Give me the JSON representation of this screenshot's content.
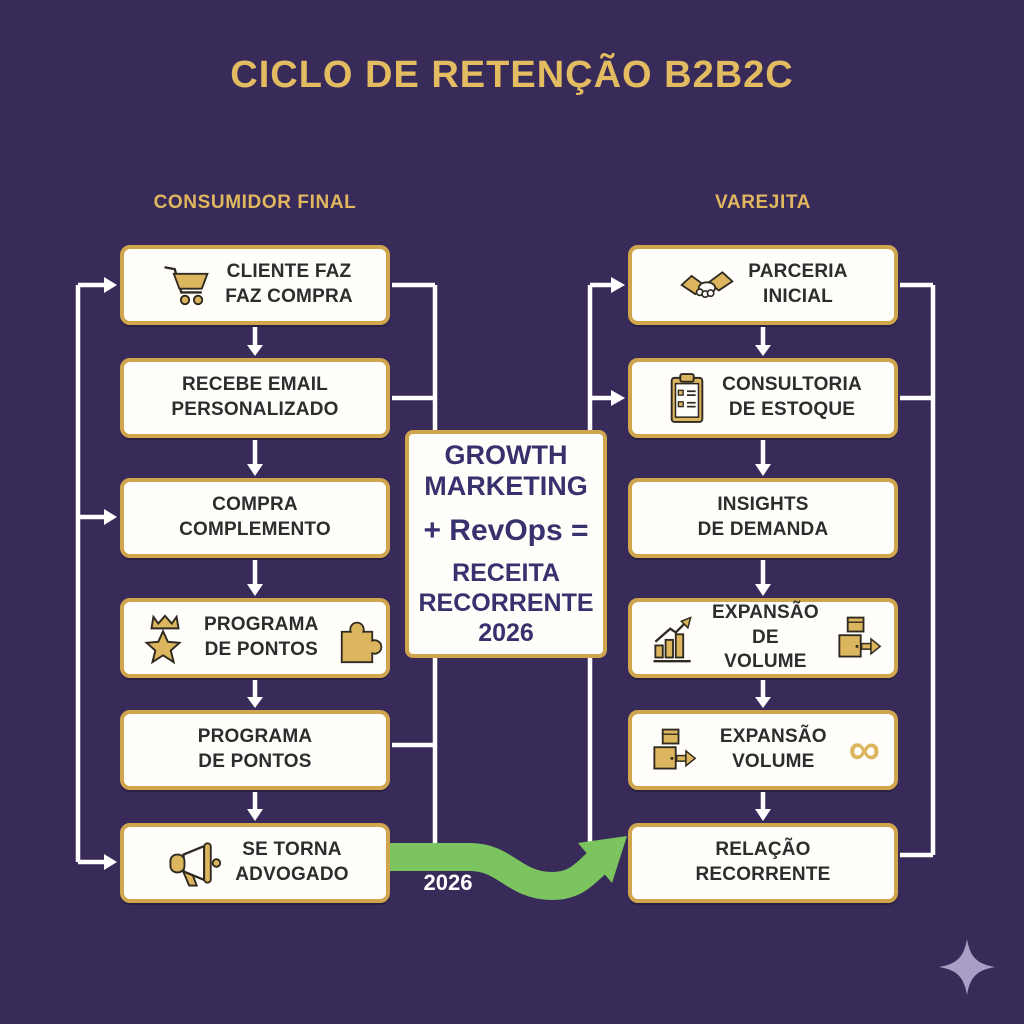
{
  "title": "CICLO DE RETENÇÃO B2B2C",
  "cycle_label": "2026",
  "columns": {
    "left": {
      "header": "CONSUMIDOR FINAL",
      "boxes": [
        {
          "line1": "CLIENTE FAZ",
          "line2": "FAZ COMPRA",
          "icon": "shopping-cart"
        },
        {
          "line1": "RECEBE EMAIL",
          "line2": "PERSONALIZADO"
        },
        {
          "line1": "COMPRA",
          "line2": "COMPLEMENTO"
        },
        {
          "line1": "PROGRAMA",
          "line2": "DE PONTOS",
          "icon": "crown-star",
          "icon_right": "puzzle-piece"
        },
        {
          "line1": "PROGRAMA",
          "line2": "DE PONTOS"
        },
        {
          "line1": "SE TORNA",
          "line2": "ADVOGADO",
          "icon": "megaphone"
        }
      ]
    },
    "right": {
      "header": "VAREJITA",
      "boxes": [
        {
          "line1": "PARCERIA",
          "line2": "INICIAL",
          "icon": "handshake"
        },
        {
          "line1": "CONSULTORIA",
          "line2": "DE ESTOQUE",
          "icon": "clipboard"
        },
        {
          "line1": "INSIGHTS",
          "line2": "DE DEMANDA"
        },
        {
          "line1": "EXPANSÃO",
          "line2": "DE VOLUME",
          "icon": "growth-chart",
          "icon_right": "shipping-boxes"
        },
        {
          "line1": "EXPANSÃO",
          "line2": "VOLUME",
          "icon": "shipping-boxes",
          "icon_right": "infinity"
        },
        {
          "line1": "RELAÇÃO",
          "line2": "RECORRENTE"
        }
      ]
    }
  },
  "center_box": {
    "headline": "GROWTH MARKETING",
    "formula": "+ RevOps =",
    "result": "RECEITA RECORRENTE 2026"
  },
  "infinity_glyph": "∞",
  "colors": {
    "background": "#382b5a",
    "gold_text": "#e3bb60",
    "box_border": "#cfa64e",
    "box_background": "#fffefb",
    "box_text": "#2d2d2d",
    "center_text": "#37316d",
    "connector_white": "#ffffff",
    "green_arrow": "#7cc45f",
    "icon_gold": "#dcb55f",
    "sparkle": "#a99fc6"
  }
}
